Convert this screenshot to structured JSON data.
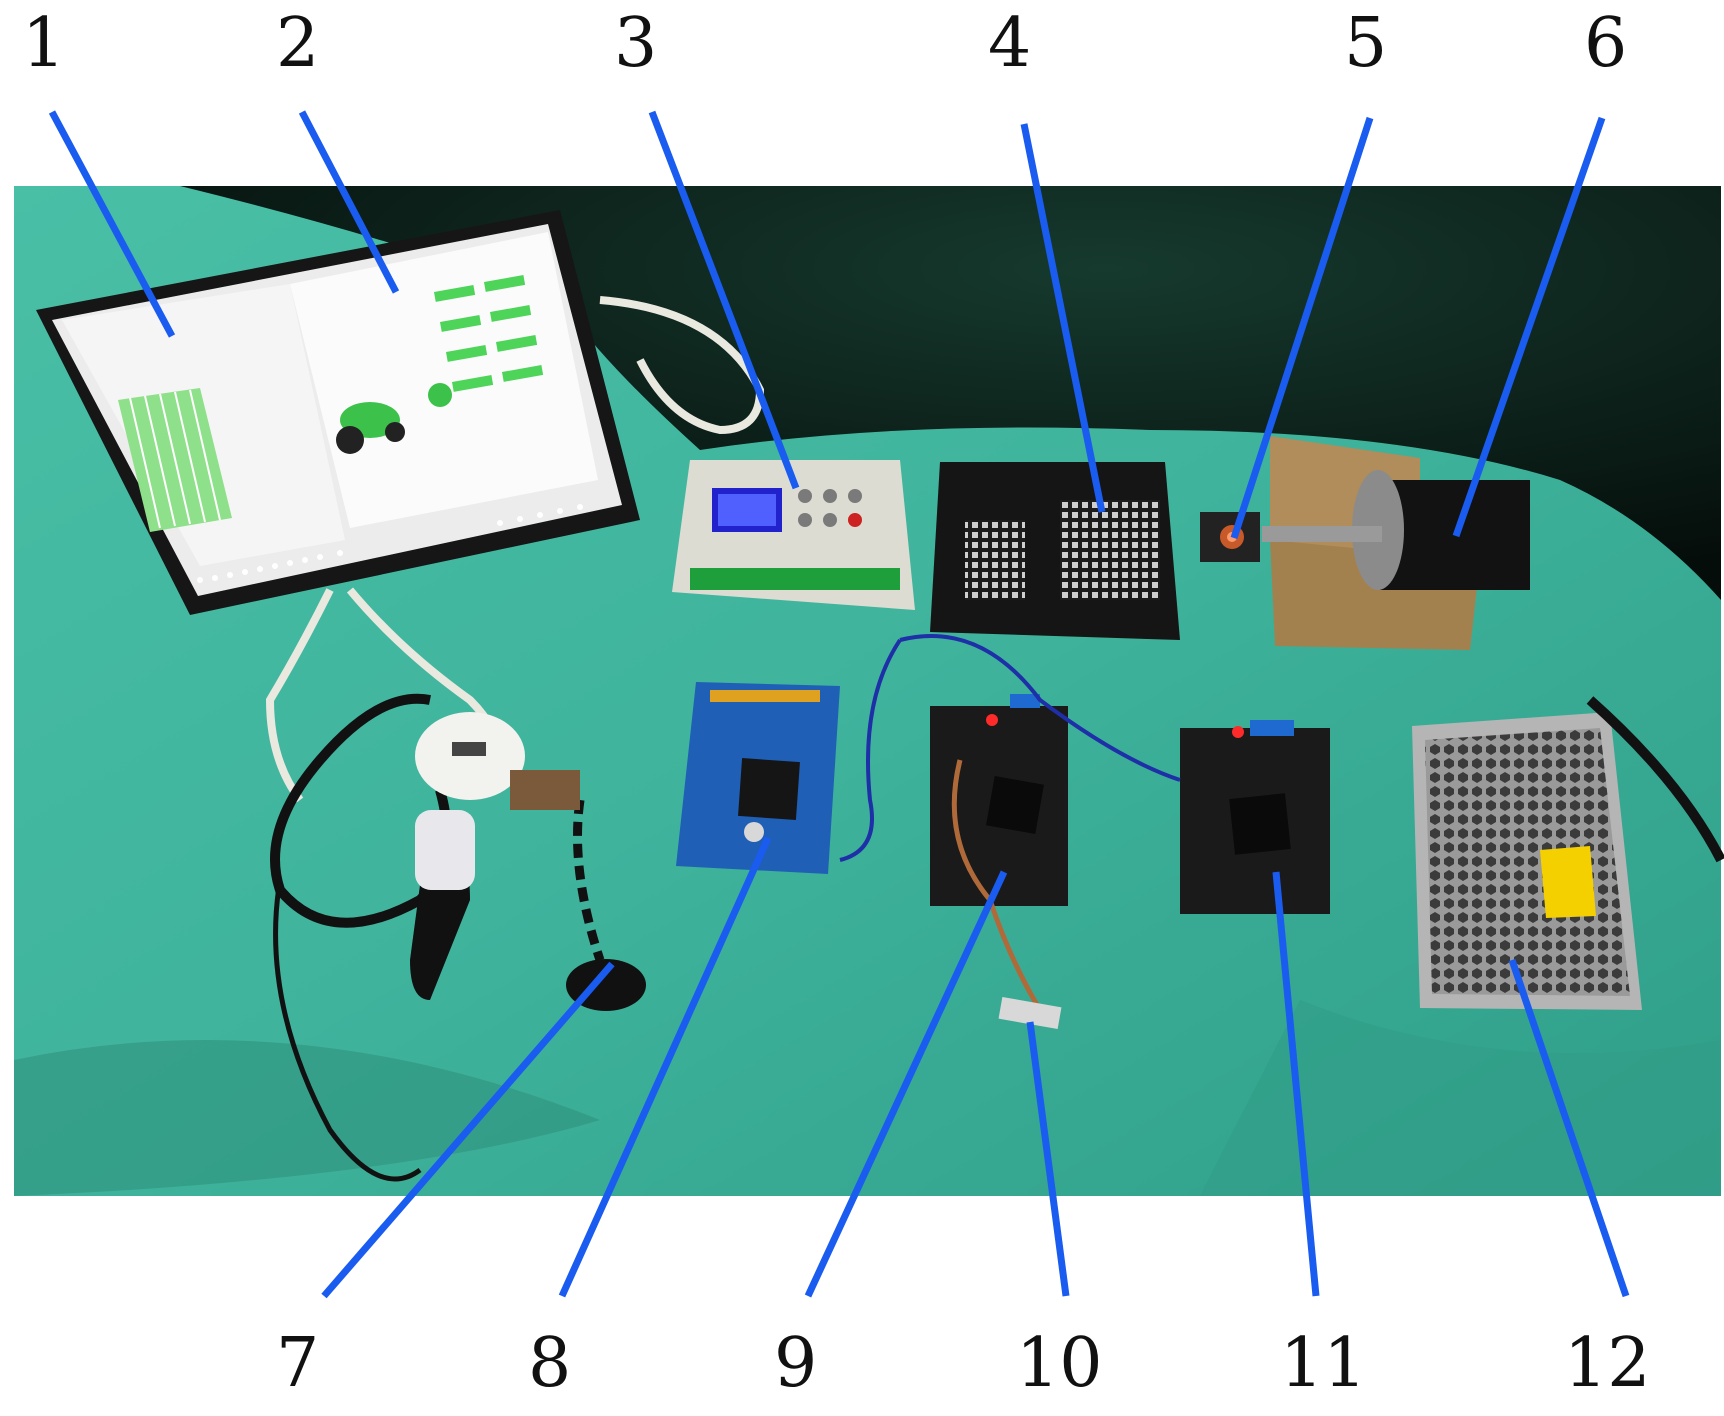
{
  "labels": {
    "l1": "1",
    "l2": "2",
    "l3": "3",
    "l4": "4",
    "l5": "5",
    "l6": "6",
    "l7": "7",
    "l8": "8",
    "l9": "9",
    "l10": "10",
    "l11": "11",
    "l12": "12"
  },
  "colors": {
    "leader_line": "#1a5cf0",
    "background_cloth": "#3fb39c",
    "backdrop": "#0b1a14"
  }
}
